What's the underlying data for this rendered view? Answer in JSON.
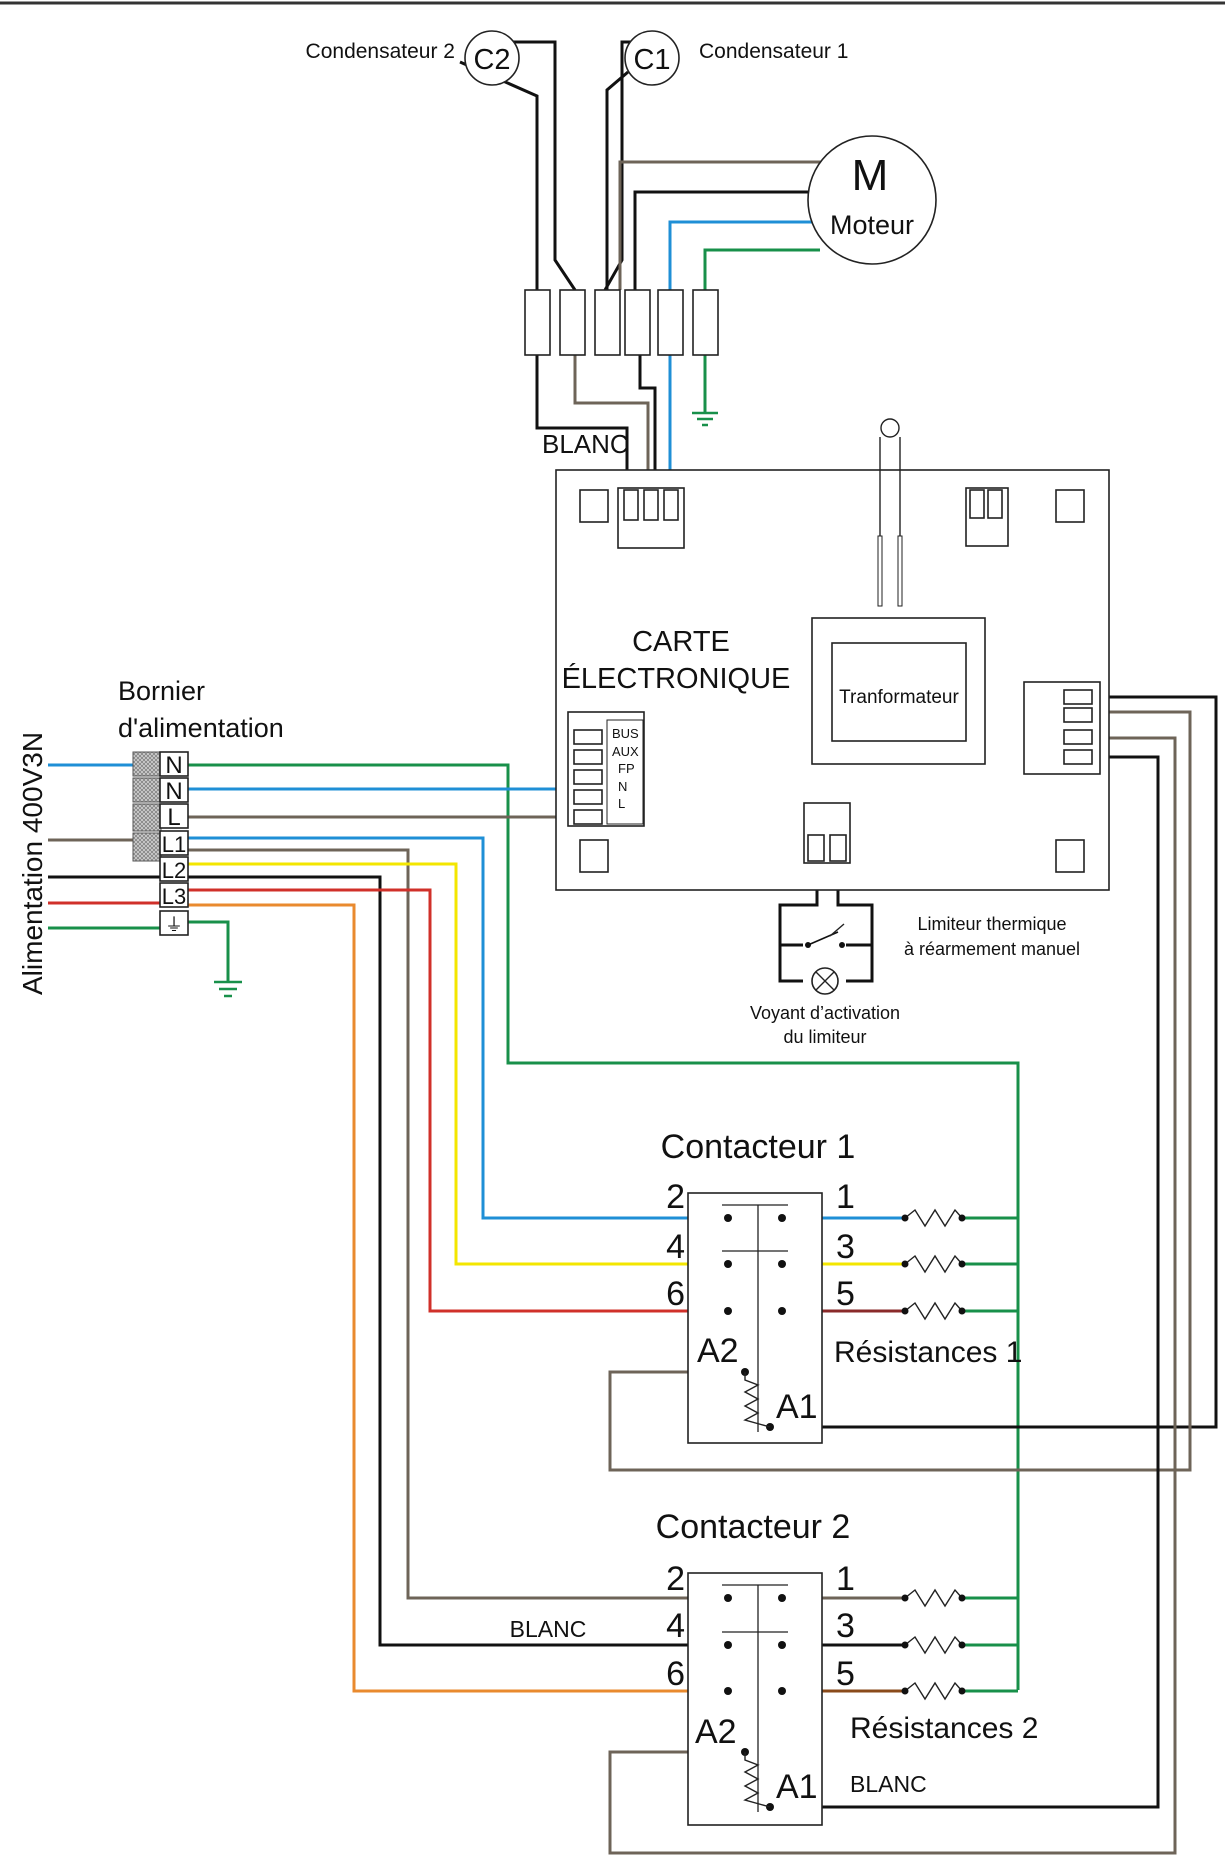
{
  "colors": {
    "black": "#111111",
    "brown": "#6e6458",
    "blue": "#1f8fd6",
    "green": "#18904a",
    "yellow": "#f3e600",
    "red": "#d0302a",
    "orange": "#e98a2e",
    "outline": "#222222"
  },
  "capacitors": {
    "c2": {
      "symbol": "C2",
      "label": "Condensateur 2"
    },
    "c1": {
      "symbol": "C1",
      "label": "Condensateur 1"
    }
  },
  "motor": {
    "symbol": "M",
    "label": "Moteur"
  },
  "wire_labels": {
    "blanc_motor": "BLANC",
    "blanc_contactor2": "BLANC",
    "blanc_coil2": "BLANC"
  },
  "board": {
    "title_line1": "CARTE",
    "title_line2": "ÉLECTRONIQUE",
    "transformer": "Tranformateur",
    "connector_pins": [
      "BUS",
      "AUX",
      "FP",
      "N",
      "L"
    ]
  },
  "limiter": {
    "label_line1": "Limiteur thermique",
    "label_line2": "à réarmement manuel",
    "lamp_line1": "Voyant d’activation",
    "lamp_line2": "du limiteur"
  },
  "terminal_block": {
    "title_line1": "Bornier",
    "title_line2": "d'alimentation",
    "supply_label": "Alimentation 400V3N",
    "terminals": [
      "N",
      "N",
      "L",
      "L1",
      "L2",
      "L3",
      "⏚"
    ]
  },
  "contactor1": {
    "title": "Contacteur 1",
    "left_pins": [
      "2",
      "4",
      "6"
    ],
    "right_pins": [
      "1",
      "3",
      "5"
    ],
    "coil_pins": [
      "A2",
      "A1"
    ],
    "resistances": "Résistances 1"
  },
  "contactor2": {
    "title": "Contacteur 2",
    "left_pins": [
      "2",
      "4",
      "6"
    ],
    "right_pins": [
      "1",
      "3",
      "5"
    ],
    "coil_pins": [
      "A2",
      "A1"
    ],
    "resistances": "Résistances 2"
  }
}
